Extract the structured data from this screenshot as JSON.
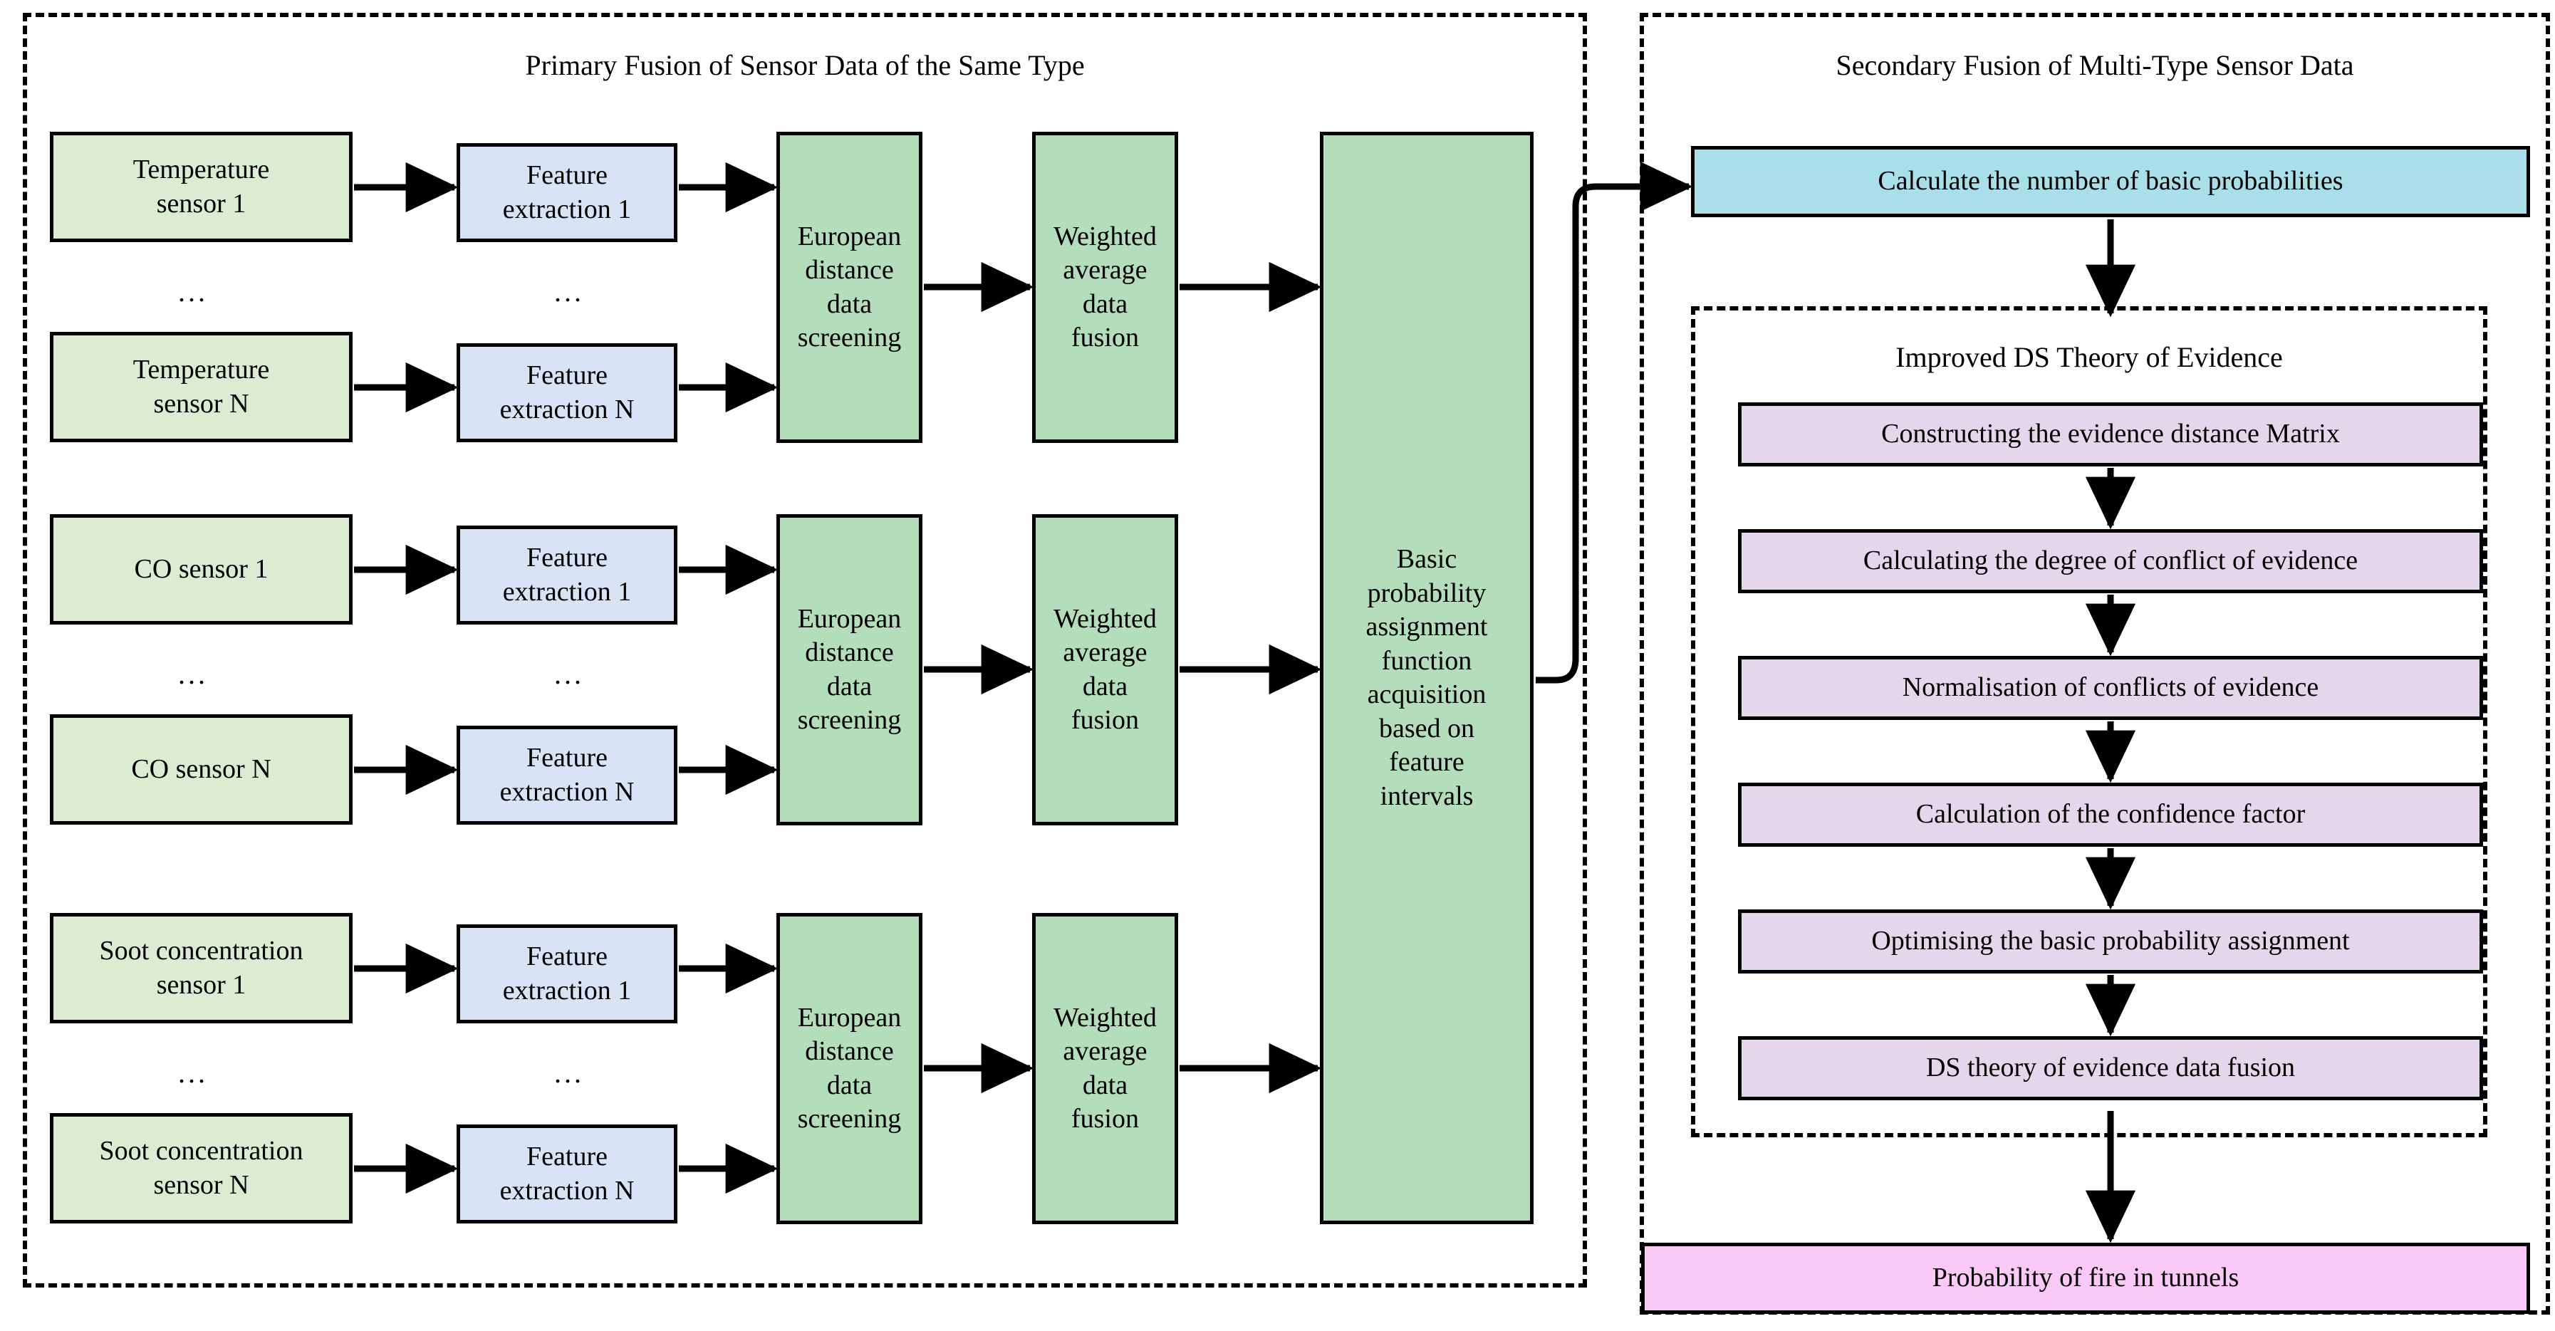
{
  "panels": {
    "primary": {
      "title": "Primary Fusion of Sensor Data of the Same Type"
    },
    "secondary": {
      "title": "Secondary Fusion of Multi-Type Sensor Data"
    },
    "ds": {
      "title": "Improved DS Theory of Evidence"
    }
  },
  "ellipsis": "...",
  "groups": [
    {
      "id": "temperature",
      "sensor_first": "Temperature\nsensor 1",
      "sensor_last": "Temperature\nsensor N",
      "feature_first": "Feature\nextraction 1",
      "feature_last": "Feature\nextraction N",
      "screening": "European\ndistance\ndata\nscreening",
      "fusion": "Weighted\naverage\ndata\nfusion"
    },
    {
      "id": "co",
      "sensor_first": "CO sensor 1",
      "sensor_last": "CO sensor N",
      "feature_first": "Feature\nextraction 1",
      "feature_last": "Feature\nextraction N",
      "screening": "European\ndistance\ndata\nscreening",
      "fusion": "Weighted\naverage\ndata\nfusion"
    },
    {
      "id": "soot",
      "sensor_first": "Soot concentration\nsensor 1",
      "sensor_last": "Soot concentration\nsensor N",
      "feature_first": "Feature\nextraction 1",
      "feature_last": "Feature\nextraction N",
      "screening": "European\ndistance\ndata\nscreening",
      "fusion": "Weighted\naverage\ndata\nfusion"
    }
  ],
  "bpa_box": "Basic\nprobability\nassignment\nfunction\nacquisition\nbased on\nfeature\nintervals",
  "calculate_box": "Calculate the number of basic probabilities",
  "ds_steps": [
    "Constructing the evidence distance Matrix",
    "Calculating the degree of conflict of evidence",
    "Normalisation of conflicts of evidence",
    "Calculation of the confidence factor",
    "Optimising the basic probability assignment",
    "DS theory of evidence data fusion"
  ],
  "output_box": "Probability of fire in tunnels",
  "colors": {
    "sensor": "#dcecd2",
    "feature": "#d8e3f6",
    "process": "#b4debb",
    "calculate": "#a9dfe9",
    "ds_step": "#e4d7eb",
    "output": "#fbc9f7",
    "stroke": "#000000"
  }
}
